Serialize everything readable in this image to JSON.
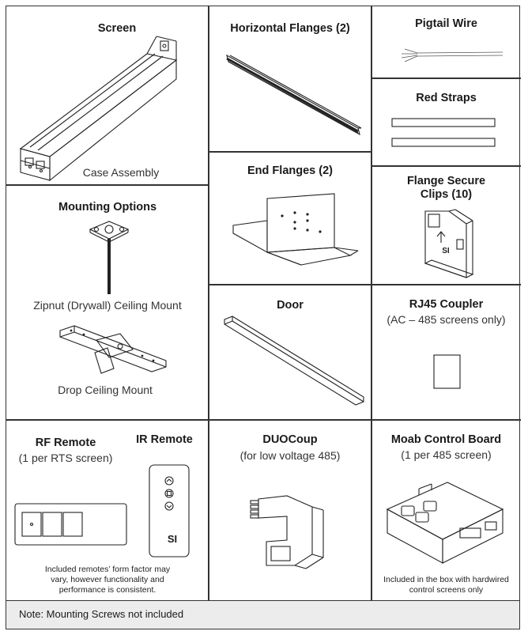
{
  "screen": {
    "title": "Screen",
    "caption": "Case Assembly"
  },
  "horizontal_flanges": {
    "title": "Horizontal Flanges (2)"
  },
  "pigtail_wire": {
    "title": "Pigtail Wire"
  },
  "red_straps": {
    "title": "Red Straps"
  },
  "end_flanges": {
    "title": "End Flanges (2)"
  },
  "flange_clips": {
    "title_line1": "Flange Secure",
    "title_line2": "Clips (10)",
    "logo_text": "SI"
  },
  "mounting_options": {
    "title": "Mounting Options",
    "zipnut_caption": "Zipnut (Drywall) Ceiling Mount",
    "drop_caption": "Drop Ceiling Mount"
  },
  "door": {
    "title": "Door"
  },
  "rj45": {
    "title": "RJ45 Coupler",
    "subtitle": "(AC – 485 screens only)"
  },
  "rf_remote": {
    "title": "RF Remote",
    "subtitle": "(1 per RTS screen)"
  },
  "ir_remote": {
    "title": "IR Remote",
    "logo_text": "SI"
  },
  "remotes_note": {
    "line1": "Included remotes’ form factor may",
    "line2": "vary, however functionality and",
    "line3": "performance is consistent."
  },
  "duocoup": {
    "title": "DUOCoup",
    "subtitle": "(for low voltage 485)"
  },
  "moab": {
    "title": "Moab Control Board",
    "subtitle": "(1 per 485 screen)",
    "note_line1": "Included in the box with hardwired",
    "note_line2": "control screens only"
  },
  "footer": {
    "note": "Note: Mounting Screws not included"
  }
}
